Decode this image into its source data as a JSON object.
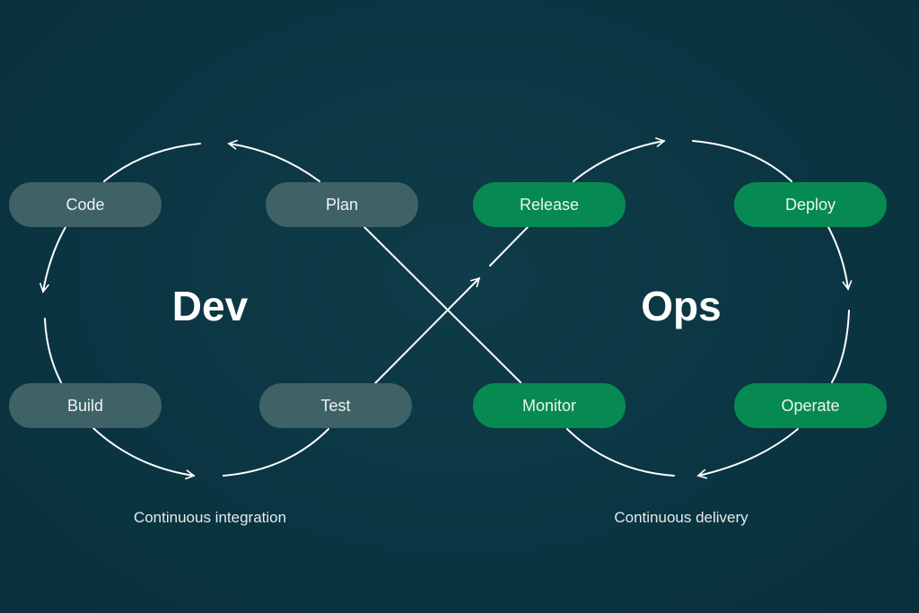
{
  "diagram": {
    "title_left": "Dev",
    "title_right": "Ops",
    "caption_left": "Continuous integration",
    "caption_right": "Continuous delivery",
    "dev_stages": [
      {
        "label": "Code"
      },
      {
        "label": "Plan"
      },
      {
        "label": "Build"
      },
      {
        "label": "Test"
      }
    ],
    "ops_stages": [
      {
        "label": "Release"
      },
      {
        "label": "Deploy"
      },
      {
        "label": "Monitor"
      },
      {
        "label": "Operate"
      }
    ],
    "colors": {
      "background": "#0b3542",
      "dev_pill": "#3f6266",
      "ops_pill": "#078a52",
      "line": "#ffffff"
    }
  }
}
